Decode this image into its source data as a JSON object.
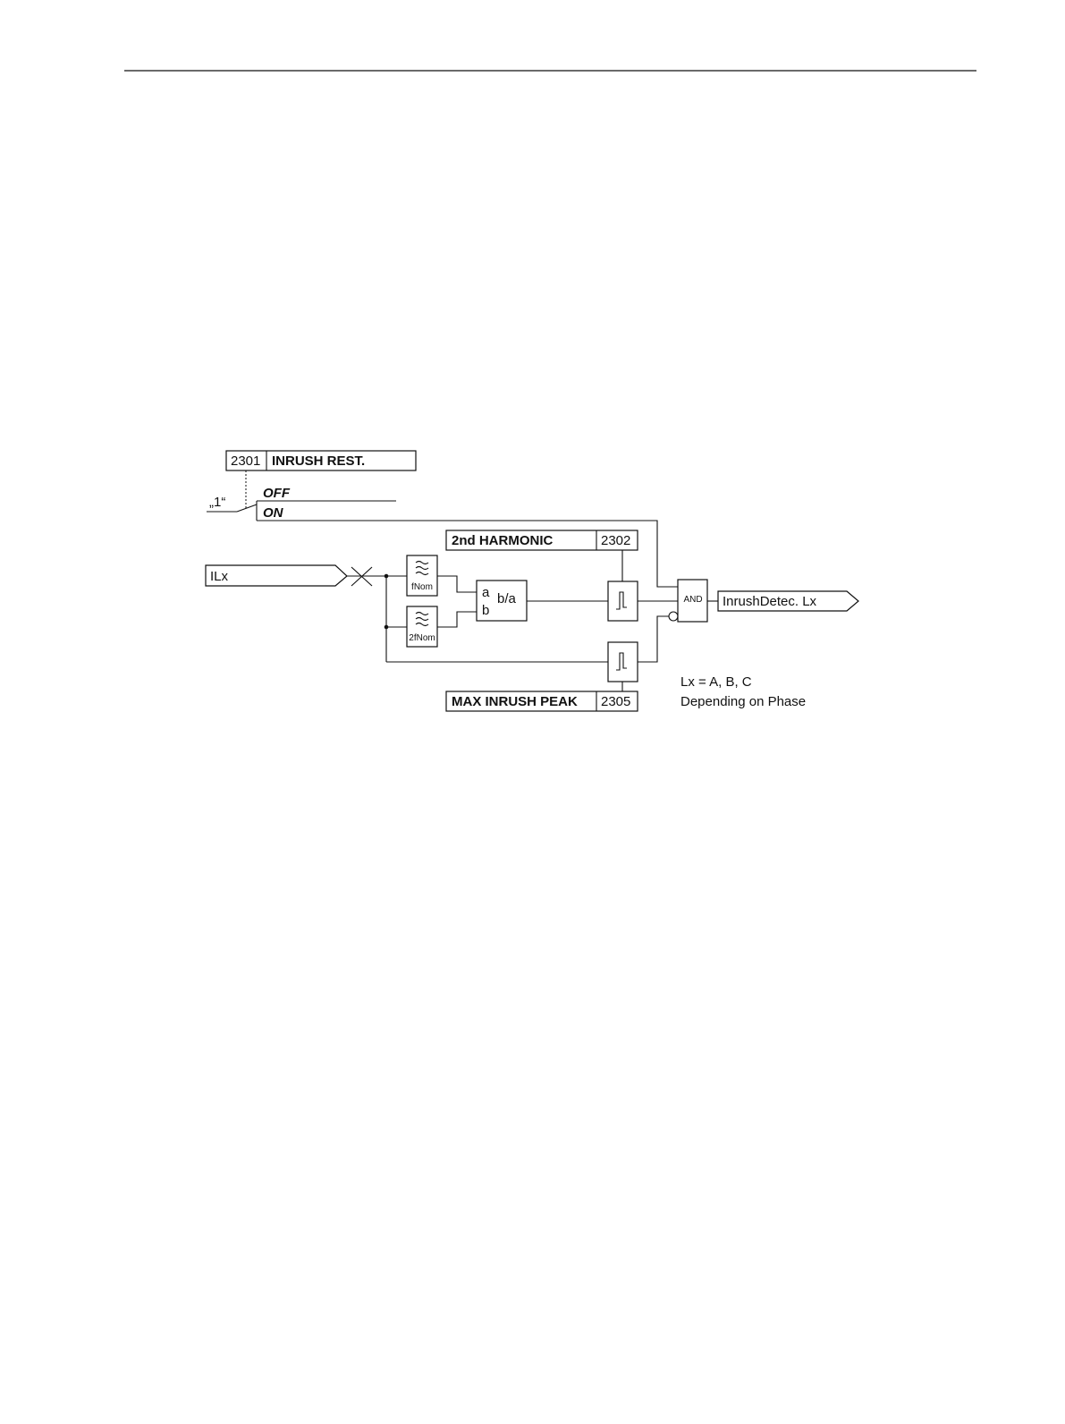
{
  "diagram": {
    "setting_2301": {
      "address": "2301",
      "name": "INRUSH REST."
    },
    "switch": {
      "constant": "„1“",
      "option_off": "OFF",
      "option_on": "ON"
    },
    "setting_2302": {
      "name": "2nd HARMONIC",
      "address": "2302"
    },
    "setting_2305": {
      "name": "MAX INRUSH PEAK",
      "address": "2305"
    },
    "input_signal": "ILx",
    "filter_fundamental": "fNom",
    "filter_second": "2fNom",
    "ratio_block": {
      "in_a": "a",
      "in_b": "b",
      "out": "b/a"
    },
    "gate": "AND",
    "output_signal": "InrushDetec. Lx",
    "note_line1": "Lx = A, B, C",
    "note_line2": "Depending on Phase",
    "icons": [
      "bandpass-filter-icon",
      "threshold-icon",
      "cross-icon",
      "negation-circle-icon"
    ]
  }
}
